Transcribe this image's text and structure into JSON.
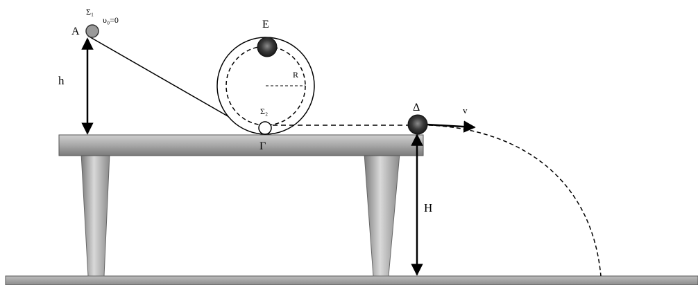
{
  "labels": {
    "A": "A",
    "sigma1": "Σ₁",
    "v0": "υ₀=0",
    "h": "h",
    "E": "E",
    "R": "R",
    "sigma2": "Σ₂",
    "gamma": "Γ",
    "delta": "Δ",
    "v": "v",
    "H": "H"
  },
  "colors": {
    "stroke": "#000000",
    "metal_dark": "#6e6e6e",
    "metal_light": "#d8d8d8",
    "ball_dark": "#2a2a2a",
    "ball_grey": "#9a9a9a",
    "ball_white": "#ffffff"
  }
}
